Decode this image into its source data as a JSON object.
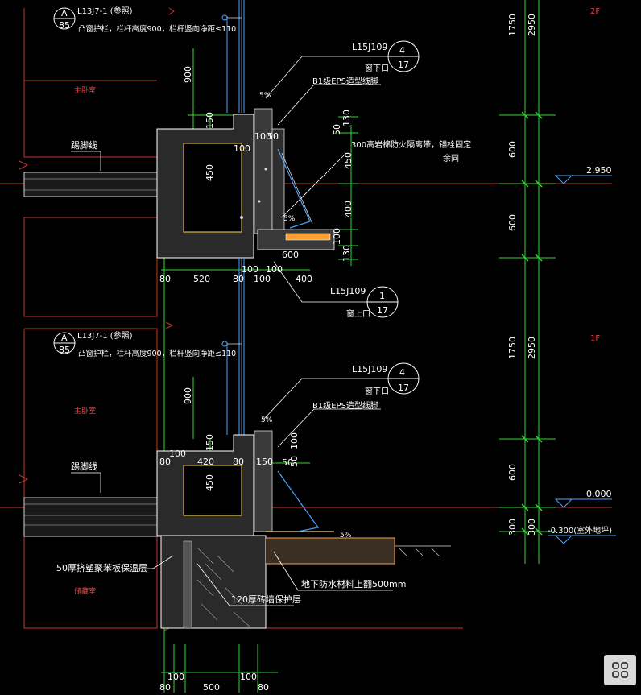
{
  "drawing": {
    "title_block_ref": "L13J7-1 (参照)",
    "title_block_callout_top": "A",
    "title_block_callout_bottom": "85",
    "railing_note": "凸窗护栏，栏杆高度900，栏杆竖向净距≤110",
    "room_master_bedroom": "主卧室",
    "room_storage": "储藏室",
    "skirting_label": "踢脚线",
    "ref_code": "L15J109",
    "detail_4": "4",
    "detail_1": "1",
    "sheet_17": "17",
    "window_below": "窗下口",
    "window_above": "窗上口",
    "eps_label": "B1级EPS造型线脚",
    "fire_barrier_note_1": "300高岩棉防火隔离带，锚栓固定",
    "fire_barrier_note_2": "余同",
    "slope_5": "5%",
    "floor_2f": "2F",
    "floor_1f": "1F",
    "elev_2950": "2.950",
    "elev_0000": "0.000",
    "elev_minus_300": "-0.300(室外地坪)",
    "insulation_note": "50厚挤塑聚苯板保温层",
    "waterproof_note": "地下防水材料上翻500mm",
    "protect_wall_note": "120厚砖墙保护层",
    "dims": {
      "d1750": "1750",
      "d2950": "2950",
      "d600": "600",
      "d300": "300",
      "d900": "900",
      "d150": "150",
      "d450": "450",
      "d400": "400",
      "d50": "50",
      "d130": "130",
      "d100": "100",
      "d80": "80",
      "d520": "520",
      "d420": "420",
      "d500": "500",
      "d5": "5"
    }
  },
  "ui": {
    "grid_button_icon": "grid-icon"
  }
}
